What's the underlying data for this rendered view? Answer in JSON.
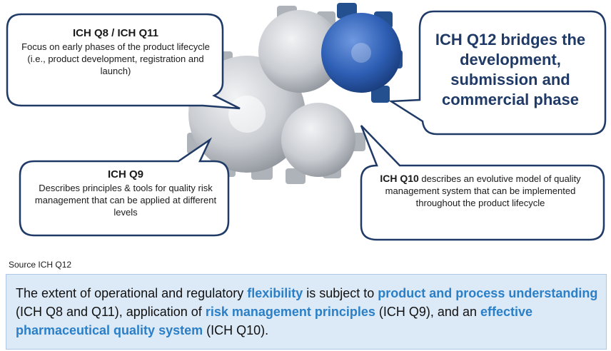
{
  "colors": {
    "bubble_border": "#1f3a66",
    "q12_text": "#1f3a66",
    "highlight": "#2a7fc7",
    "bottom_box_fill": "#dce9f7",
    "gear_silver": "#c9ccd1",
    "gear_blue": "#2e5fb5"
  },
  "bubbles": {
    "q8_q11": {
      "title": "ICH Q8 / ICH Q11",
      "body": "Focus on early phases of the product lifecycle (i.e., product development, registration and launch)"
    },
    "q12": {
      "text": "ICH Q12 bridges the development, submission and commercial phase"
    },
    "q9": {
      "title": "ICH Q9",
      "body": "Describes principles & tools for quality risk management that can be applied at different levels"
    },
    "q10": {
      "lead": "ICH Q10",
      "body": " describes an evolutive model of quality management system that can be implemented throughout the product lifecycle"
    }
  },
  "source_label": "Source ICH Q12",
  "summary": {
    "t1": "The extent of operational and regulatory ",
    "h1": "flexibility",
    "t2": " is subject to ",
    "h2": "product and process understanding",
    "t3": " (ICH Q8 and Q11), application of ",
    "h3": "risk management principles",
    "t4": " (ICH Q9), and an ",
    "h4": "effective pharmaceutical quality system",
    "t5": " (ICH Q10)."
  }
}
